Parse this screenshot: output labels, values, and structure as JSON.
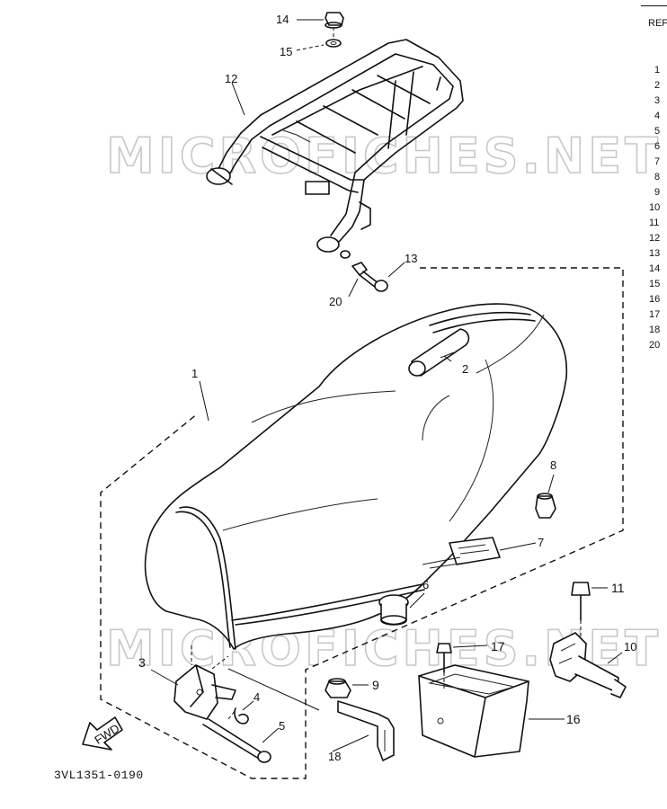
{
  "watermark": "MICROFICHES.NET",
  "diagram_code": "3VL1351-0190",
  "fwd_label": "FWD",
  "callouts": {
    "c1": "1",
    "c2": "2",
    "c3": "3",
    "c4": "4",
    "c5": "5",
    "c6": "6",
    "c7": "7",
    "c8": "8",
    "c9": "9",
    "c10": "10",
    "c11": "11",
    "c12": "12",
    "c13": "13",
    "c14": "14",
    "c15": "15",
    "c16": "16",
    "c17": "17",
    "c18": "18",
    "c20": "20"
  },
  "ref_table": {
    "header": "REF",
    "refs": [
      "1",
      "2",
      "3",
      "4",
      "5",
      "6",
      "7",
      "8",
      "9",
      "10",
      "11",
      "12",
      "13",
      "14",
      "15",
      "16",
      "17",
      "18",
      "20"
    ]
  }
}
